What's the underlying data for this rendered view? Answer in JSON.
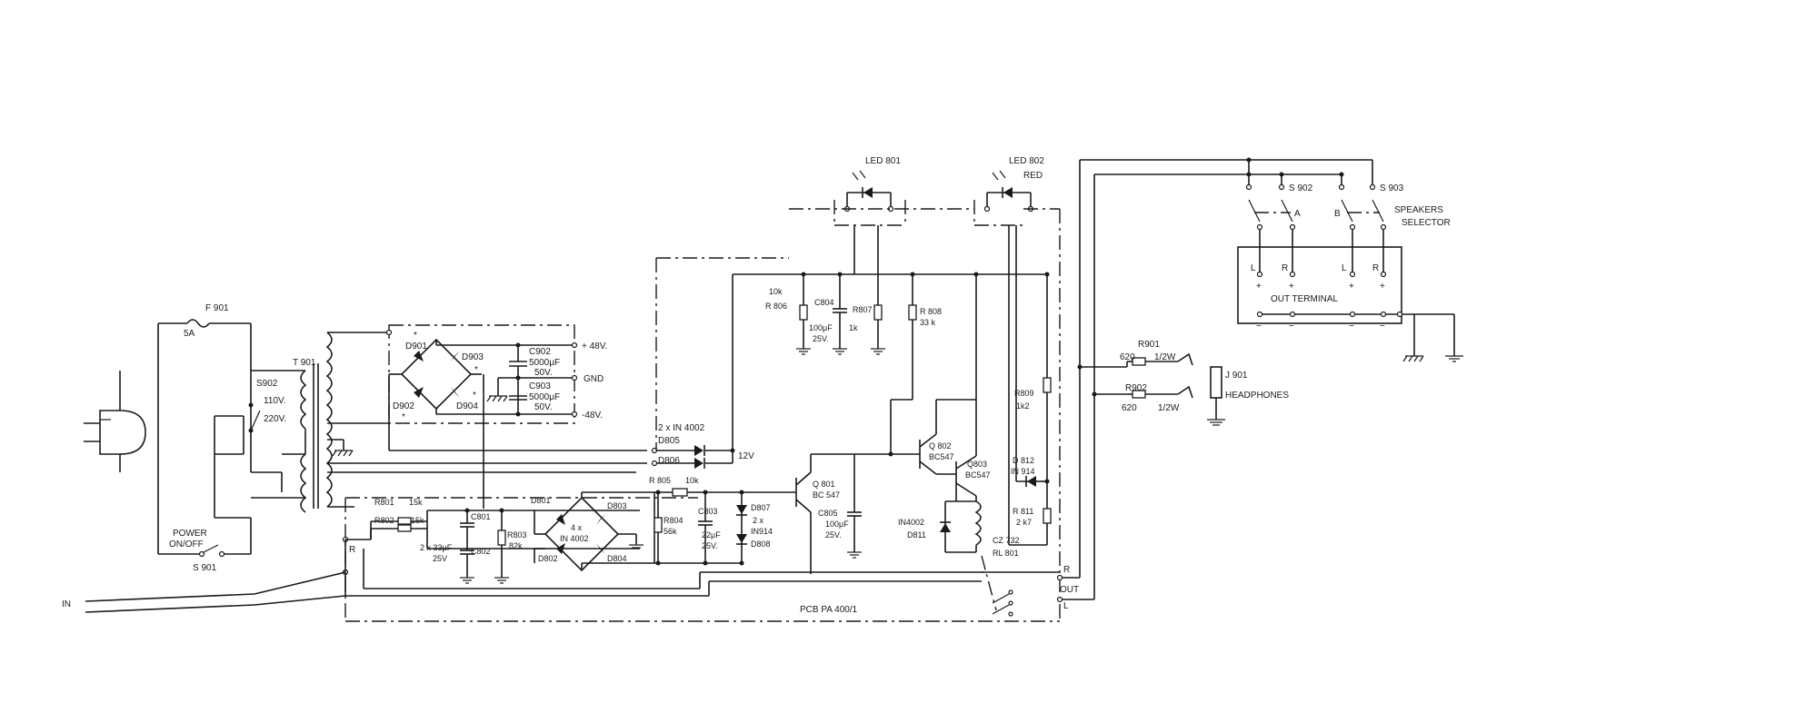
{
  "fuse": {
    "ref": "F 901",
    "rating": "5A"
  },
  "transformer": {
    "ref": "T 901"
  },
  "voltage_selector": {
    "ref": "S902",
    "v1": "110V.",
    "v2": "220V."
  },
  "power_switch": {
    "label1": "POWER",
    "label2": "ON/OFF",
    "ref": "S 901"
  },
  "input_label": "IN",
  "bridge_power": {
    "d1": "D901",
    "d2": "D902",
    "d3": "D903",
    "d4": "D904",
    "mark": "*"
  },
  "c902": {
    "ref": "C902",
    "value": "5000μF",
    "voltage": "50V."
  },
  "c903": {
    "ref": "C903",
    "value": "5000μF",
    "voltage": "50V."
  },
  "rails": {
    "pos": "+ 48V.",
    "gnd": "GND",
    "neg": "-48V."
  },
  "diodes_12v": {
    "label": "2 x IN 4002",
    "d1": "D805",
    "d2": "D806",
    "voltage": "12V"
  },
  "r801": {
    "ref": "R801",
    "value": "15k"
  },
  "r802": {
    "ref": "R802",
    "value": "15k"
  },
  "c801": {
    "ref": "C801"
  },
  "c802": {
    "ref": "C802",
    "value": "2 x 33μF",
    "voltage": "25V"
  },
  "r803": {
    "ref": "R803",
    "value": "82k"
  },
  "bridge_signal": {
    "d1": "D801",
    "d2": "D802",
    "d3": "D803",
    "d4": "D804",
    "qty": "4 x",
    "part": "IN 4002"
  },
  "r804": {
    "ref": "R804",
    "value": "56k"
  },
  "r805": {
    "ref": "R 805",
    "value": "10k"
  },
  "c803": {
    "ref": "C803",
    "value": "22μF",
    "voltage": "25V."
  },
  "d807": {
    "ref": "D807",
    "qty": "2 x",
    "part": "IN914",
    "ref2": "D808"
  },
  "q801": {
    "ref": "Q 801",
    "part": "BC 547"
  },
  "c805": {
    "ref": "C805",
    "value": "100μF",
    "voltage": "25V."
  },
  "r806": {
    "value": "10k",
    "ref": "R 806"
  },
  "c804": {
    "ref": "C804",
    "value": "100μF",
    "voltage": "25V."
  },
  "r807": {
    "ref": "R807",
    "value": "1k"
  },
  "r808": {
    "ref": "R 808",
    "value": "33 k"
  },
  "led801": {
    "ref": "LED 801"
  },
  "led802": {
    "ref": "LED 802",
    "color": "RED"
  },
  "q802": {
    "ref": "Q 802",
    "part": "BC547"
  },
  "q803": {
    "ref": "Q803",
    "part": "BC547"
  },
  "r809": {
    "ref": "R809",
    "value": "1k2"
  },
  "d812": {
    "ref": "D 812",
    "part": "IN 914"
  },
  "r811": {
    "ref": "R 811",
    "value": "2 k7"
  },
  "d811": {
    "part": "IN4002",
    "ref": "D811"
  },
  "relay": {
    "part": "CZ 732",
    "ref": "RL 801"
  },
  "pcb": {
    "label": "PCB PA 400/1"
  },
  "out": {
    "r": "R",
    "label": "OUT",
    "l": "L"
  },
  "in_r": "R",
  "speaker_switches": {
    "s902": "S 902",
    "s903": "S 903",
    "a": "A",
    "b": "B",
    "selector1": "SPEAKERS",
    "selector2": "SELECTOR"
  },
  "out_terminal": {
    "label": "OUT  TERMINAL",
    "l1": "L",
    "r1": "R",
    "l2": "L",
    "r2": "R",
    "plus": "+",
    "minus": "−"
  },
  "r901": {
    "ref": "R901",
    "value": "620",
    "power": "1/2W"
  },
  "r902": {
    "ref": "R902",
    "value": "620",
    "power": "1/2W"
  },
  "j901": {
    "ref": "J 901",
    "label": "HEADPHONES"
  }
}
